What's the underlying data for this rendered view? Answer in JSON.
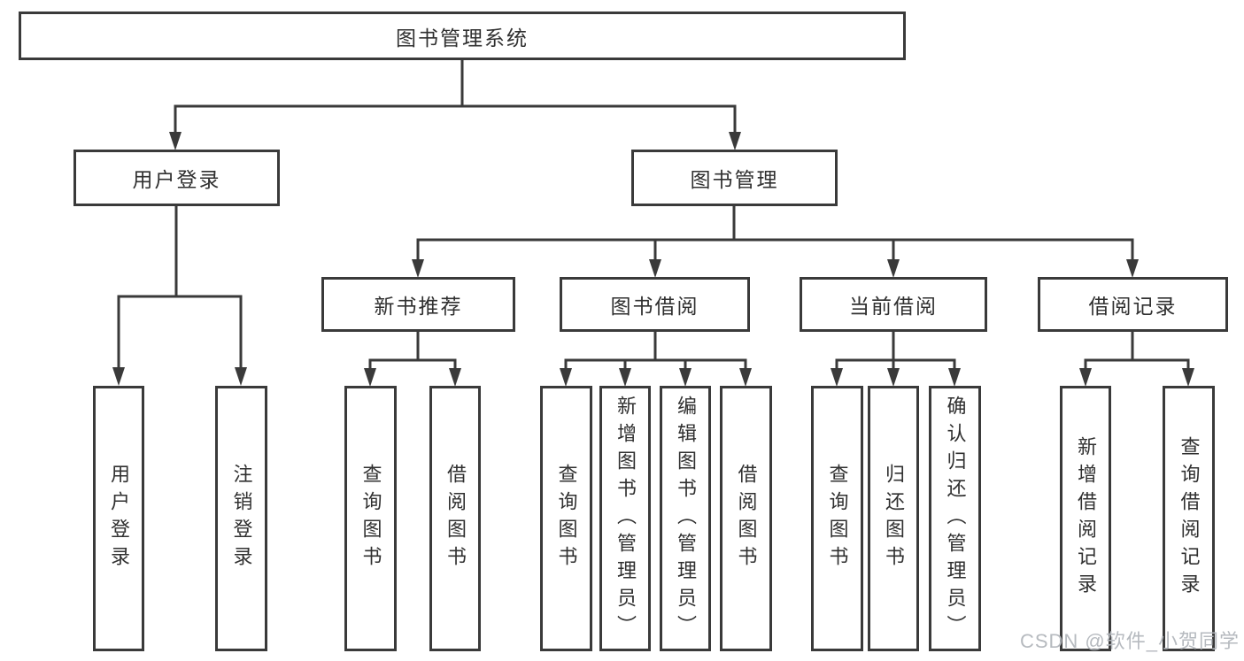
{
  "tree": {
    "label": "图书管理系统",
    "children": [
      {
        "label": "用户登录",
        "children": [
          {
            "label": "用户登录"
          },
          {
            "label": "注销登录"
          }
        ]
      },
      {
        "label": "图书管理",
        "children": [
          {
            "label": "新书推荐",
            "children": [
              {
                "label": "查询图书"
              },
              {
                "label": "借阅图书"
              }
            ]
          },
          {
            "label": "图书借阅",
            "children": [
              {
                "label": "查询图书"
              },
              {
                "label": "新增图书（管理员）"
              },
              {
                "label": "编辑图书（管理员）"
              },
              {
                "label": "借阅图书"
              }
            ]
          },
          {
            "label": "当前借阅",
            "children": [
              {
                "label": "查询图书"
              },
              {
                "label": "归还图书"
              },
              {
                "label": "确认归还（管理员）"
              }
            ]
          },
          {
            "label": "借阅记录",
            "children": [
              {
                "label": "新增借阅记录"
              },
              {
                "label": "查询借阅记录"
              }
            ]
          }
        ]
      }
    ]
  },
  "watermark": {
    "text": "CSDN @软件_小贺同学"
  },
  "colors": {
    "line": "#3a3a3a",
    "text": "#303030",
    "watermark": "#b2b6bc",
    "background": "#ffffff"
  }
}
